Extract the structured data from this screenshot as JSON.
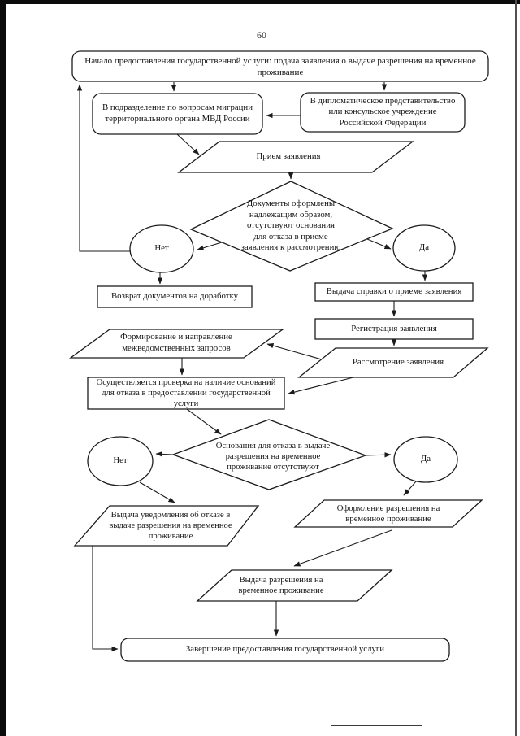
{
  "page": {
    "number": "60",
    "background": "#ffffff",
    "line_color": "#1c1c1c"
  },
  "flowchart": {
    "start": "Начало предоставления государственной услуги: подача заявления о выдаче разрешения на временное\nпроживание",
    "mvd": "В подразделение по вопросам миграции\nтерриториального органа МВД России",
    "diplomatic": "В дипломатическое представительство\nили консульское учреждение\nРоссийской Федерации",
    "priem": "Прием заявления",
    "decision1": "Документы оформлены\nнадлежащим образом,\nотсутствуют основания\nдля отказа в приеме\nзаявления к рассмотрению",
    "no1": "Нет",
    "yes1": "Да",
    "vozvrat": "Возврат документов на доработку",
    "spravka": "Выдача справки о приеме заявления",
    "registracia": "Регистрация заявления",
    "rassmotrenie": "Рассмотрение заявления",
    "formirovanie": "Формирование и направление\nмежведомственных запросов",
    "proverka": "Осуществляется проверка на наличие оснований\nдля отказа в предоставлении государственной\nуслуги",
    "decision2": "Основания для отказа в выдаче\nразрешения на временное\nпроживание отсутствуют",
    "no2": "Нет",
    "yes2": "Да",
    "uvedomlenie": "Выдача уведомления об отказе в\nвыдаче разрешения на временное\nпроживание",
    "oformlenie": "Оформление разрешения на\nвременное проживание",
    "vydacha": "Выдача разрешения на\nвременное проживание",
    "final": "Завершение предоставления государственной услуги"
  }
}
